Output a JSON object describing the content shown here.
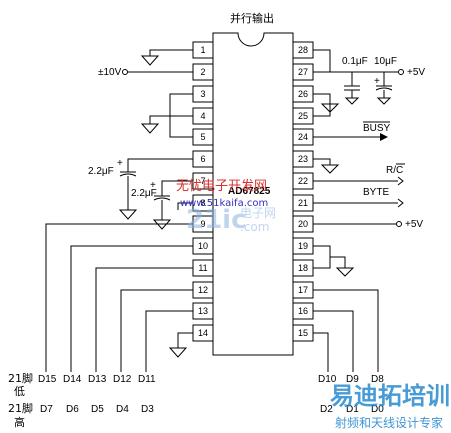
{
  "diagram": {
    "title": "并行输出",
    "chip": {
      "name": "AD67825"
    },
    "left_pins": [
      "1",
      "2",
      "3",
      "4",
      "5",
      "6",
      "7",
      "8",
      "9",
      "10",
      "11",
      "12",
      "13",
      "14"
    ],
    "right_pins": [
      "28",
      "27",
      "26",
      "25",
      "24",
      "23",
      "22",
      "21",
      "20",
      "19",
      "18",
      "17",
      "16",
      "15"
    ],
    "labels": {
      "supply_minus": "±10V",
      "cap1": "2.2μF",
      "cap2": "2.2μF",
      "cap3": "0.1μF",
      "cap4": "10μF",
      "supply_plus_top": "+5V",
      "busy": "BUSY",
      "rc": "R/C",
      "byte": "BYTE",
      "supply_plus_mid": "+5V"
    },
    "bus_row_low": {
      "label_line1": "21脚",
      "label_line2": "低",
      "bits": [
        "D15",
        "D14",
        "D13",
        "D12",
        "D11"
      ]
    },
    "bus_row_high": {
      "label_line1": "21脚",
      "label_line2": "高",
      "bits": [
        "D7",
        "D6",
        "D5",
        "D4",
        "D3"
      ]
    },
    "right_bits_top": [
      "D10",
      "D9",
      "D8"
    ],
    "right_bits_bottom": [
      "D2",
      "D1",
      "D0"
    ]
  },
  "watermarks": {
    "site_cn": "无忧电子开发网",
    "site_url": "www.51kaifa.com",
    "logo_21": "21ic",
    "logo_cn": "电子网",
    "logo_com": ".com",
    "brand_cn": "易迪拓培训",
    "brand_sub": "射频和天线设计专家"
  }
}
